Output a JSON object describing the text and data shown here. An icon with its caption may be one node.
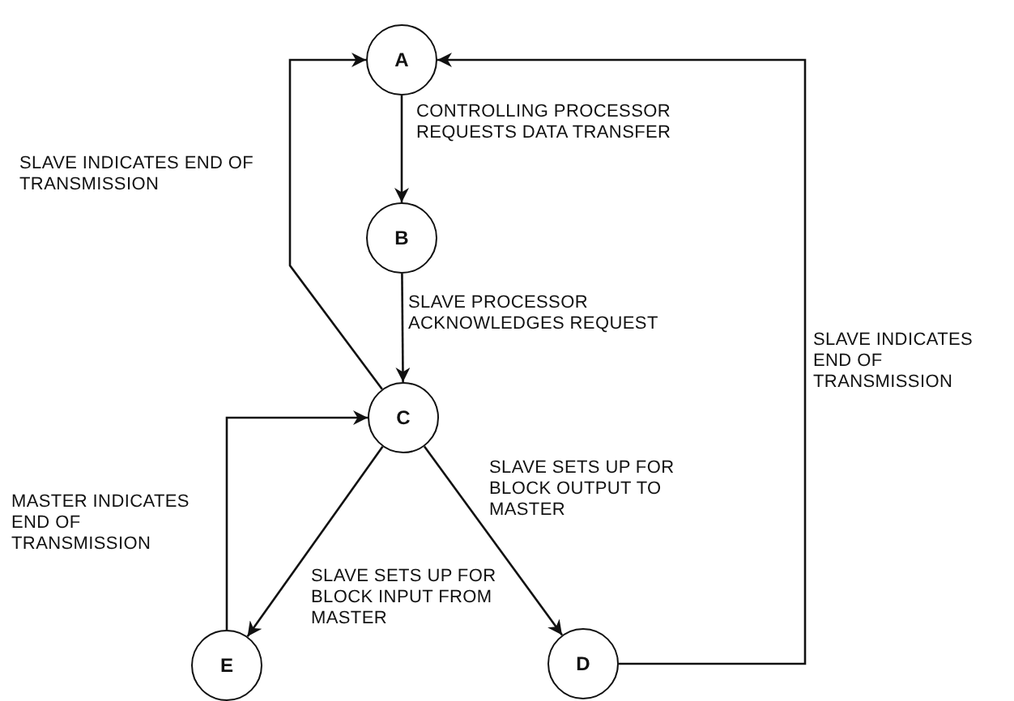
{
  "diagram": {
    "nodes": [
      {
        "text": [
          "A"
        ]
      },
      {
        "text": [
          "B"
        ]
      },
      {
        "text": [
          "C"
        ]
      },
      {
        "text": [
          "E"
        ]
      },
      {
        "text": [
          "D"
        ]
      }
    ],
    "edges": [
      {
        "from": 0,
        "to": 1,
        "arrow": "to",
        "label": "CONTROLLING PROCESSOR REQUESTS DATA TRANSFER"
      },
      {
        "from": 1,
        "to": 2,
        "arrow": "to",
        "label": "SLAVE PROCESSOR ACKNOWLEDGES REQUEST"
      },
      {
        "from": 2,
        "to": 3,
        "arrow": "to",
        "label": "SLAVE SETS UP FOR BLOCK INPUT FROM MASTER"
      },
      {
        "from": 2,
        "to": 4,
        "arrow": "to",
        "label": "SLAVE SETS UP FOR BLOCK OUTPUT TO MASTER"
      },
      {
        "from": 3,
        "to": 2,
        "arrow": "to",
        "label": "MASTER INDICATES END OF TRANSMISSION"
      },
      {
        "from": 4,
        "to": 0,
        "arrow": "to",
        "label": "SLAVE INDICATES END OF TRANSMISSION"
      },
      {
        "from": 2,
        "to": 0,
        "arrow": "to",
        "label": "SLAVE INDICATES END OF TRANSMISSION"
      }
    ]
  }
}
